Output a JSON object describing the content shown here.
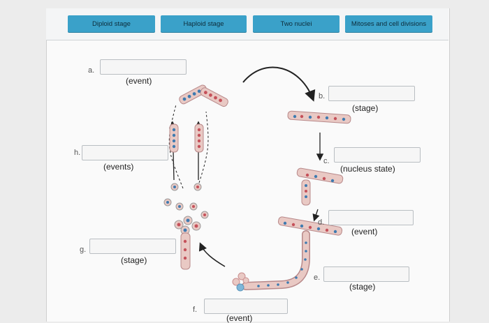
{
  "labels": [
    "Diploid stage",
    "Haploid stage",
    "Two nuclei",
    "Mitoses and cell divisions"
  ],
  "slots": [
    {
      "letter": "a.",
      "caption": "(event)"
    },
    {
      "letter": "b.",
      "caption": "(stage)"
    },
    {
      "letter": "c.",
      "caption": "(nucleus state)"
    },
    {
      "letter": "d.",
      "caption": "(event)"
    },
    {
      "letter": "e.",
      "caption": "(stage)"
    },
    {
      "letter": "f.",
      "caption": "(event)"
    },
    {
      "letter": "g.",
      "caption": "(stage)"
    },
    {
      "letter": "h.",
      "caption": "(events)"
    }
  ],
  "colors": {
    "chip": "#3aa1c9",
    "cell_fill": "#e9c9c4",
    "nucleus": "#c5515a",
    "haploid_cell": "#3f7bb0"
  }
}
